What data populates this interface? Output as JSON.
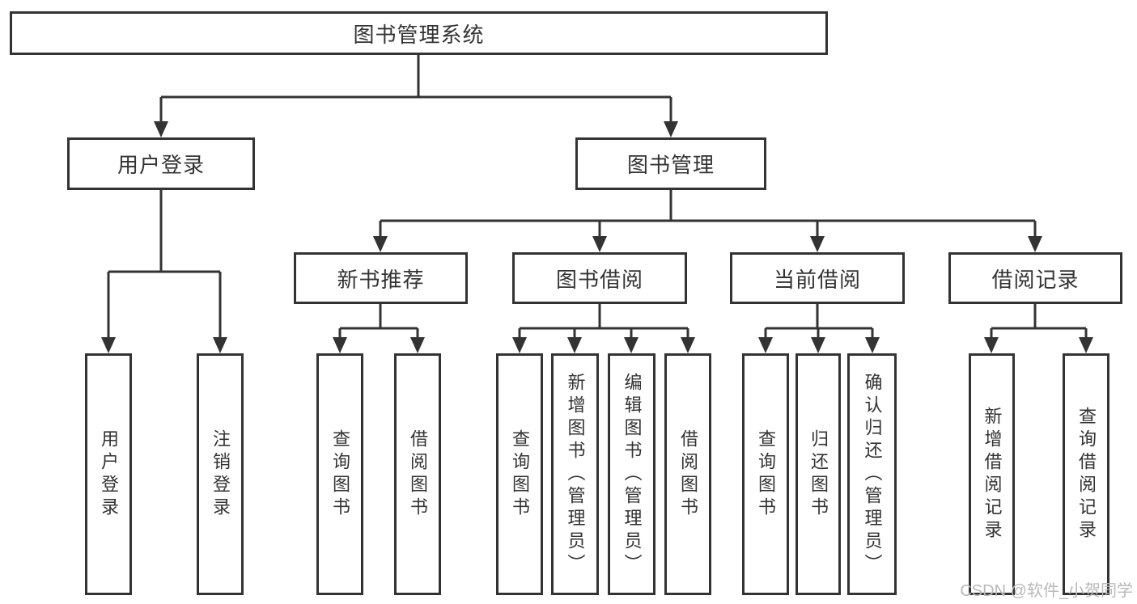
{
  "diagram": {
    "root": {
      "label": "图书管理系统"
    },
    "user_login": {
      "label": "用户登录",
      "children": {
        "login": "用户登录",
        "logout": "注销登录"
      }
    },
    "book_mgmt": {
      "label": "图书管理",
      "sections": {
        "new_book": {
          "label": "新书推荐",
          "children": {
            "query": "查询图书",
            "borrow": "借阅图书"
          }
        },
        "book_borrow": {
          "label": "图书借阅",
          "children": {
            "query": "查询图书",
            "add": "新增图书（管理员）",
            "edit": "编辑图书（管理员）",
            "borrow": "借阅图书"
          }
        },
        "current_borrow": {
          "label": "当前借阅",
          "children": {
            "query": "查询图书",
            "return_book": "归还图书",
            "confirm_return": "确认归还（管理员）"
          }
        },
        "records": {
          "label": "借阅记录",
          "children": {
            "add": "新增借阅记录",
            "query": "查询借阅记录"
          }
        }
      }
    },
    "watermark": {
      "text": "CSDN @软件_小贺同学"
    },
    "colors": {
      "line": "#333333",
      "text": "#333333",
      "watermark": "#b9b9b9",
      "background": "#ffffff"
    }
  }
}
